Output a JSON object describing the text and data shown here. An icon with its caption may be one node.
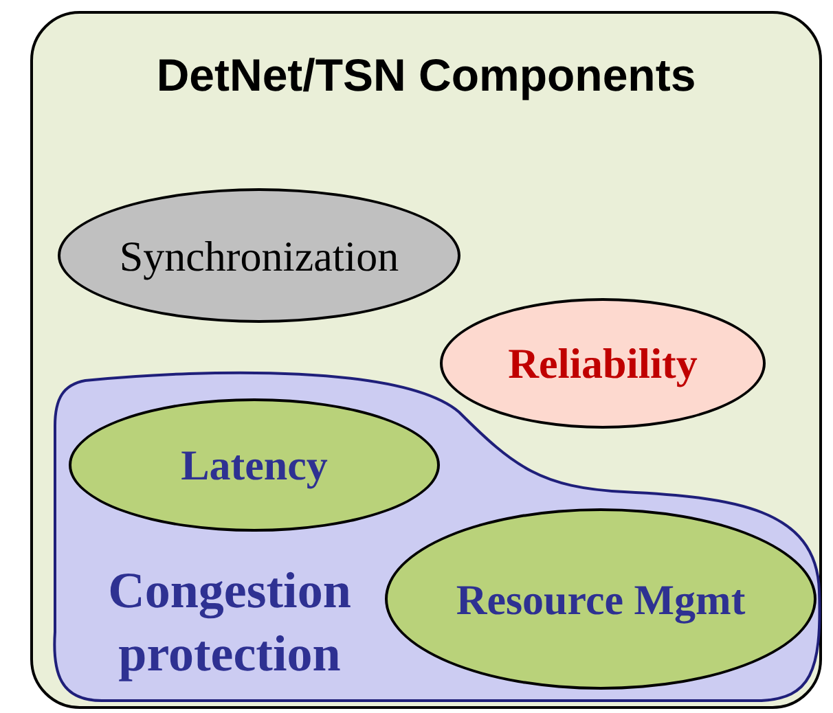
{
  "diagram": {
    "nodes": [
      {
        "text": [
          "DetNet/TSN Components"
        ]
      },
      {
        "text": [
          "Synchronization"
        ],
        "in": 0
      },
      {
        "text": [
          "Reliability"
        ],
        "in": 0
      },
      {
        "text": [
          "Congestion protection"
        ],
        "in": 0
      },
      {
        "text": [
          "Latency"
        ],
        "in": 3
      },
      {
        "text": [
          "Resource Mgmt"
        ],
        "in": 3
      }
    ]
  }
}
